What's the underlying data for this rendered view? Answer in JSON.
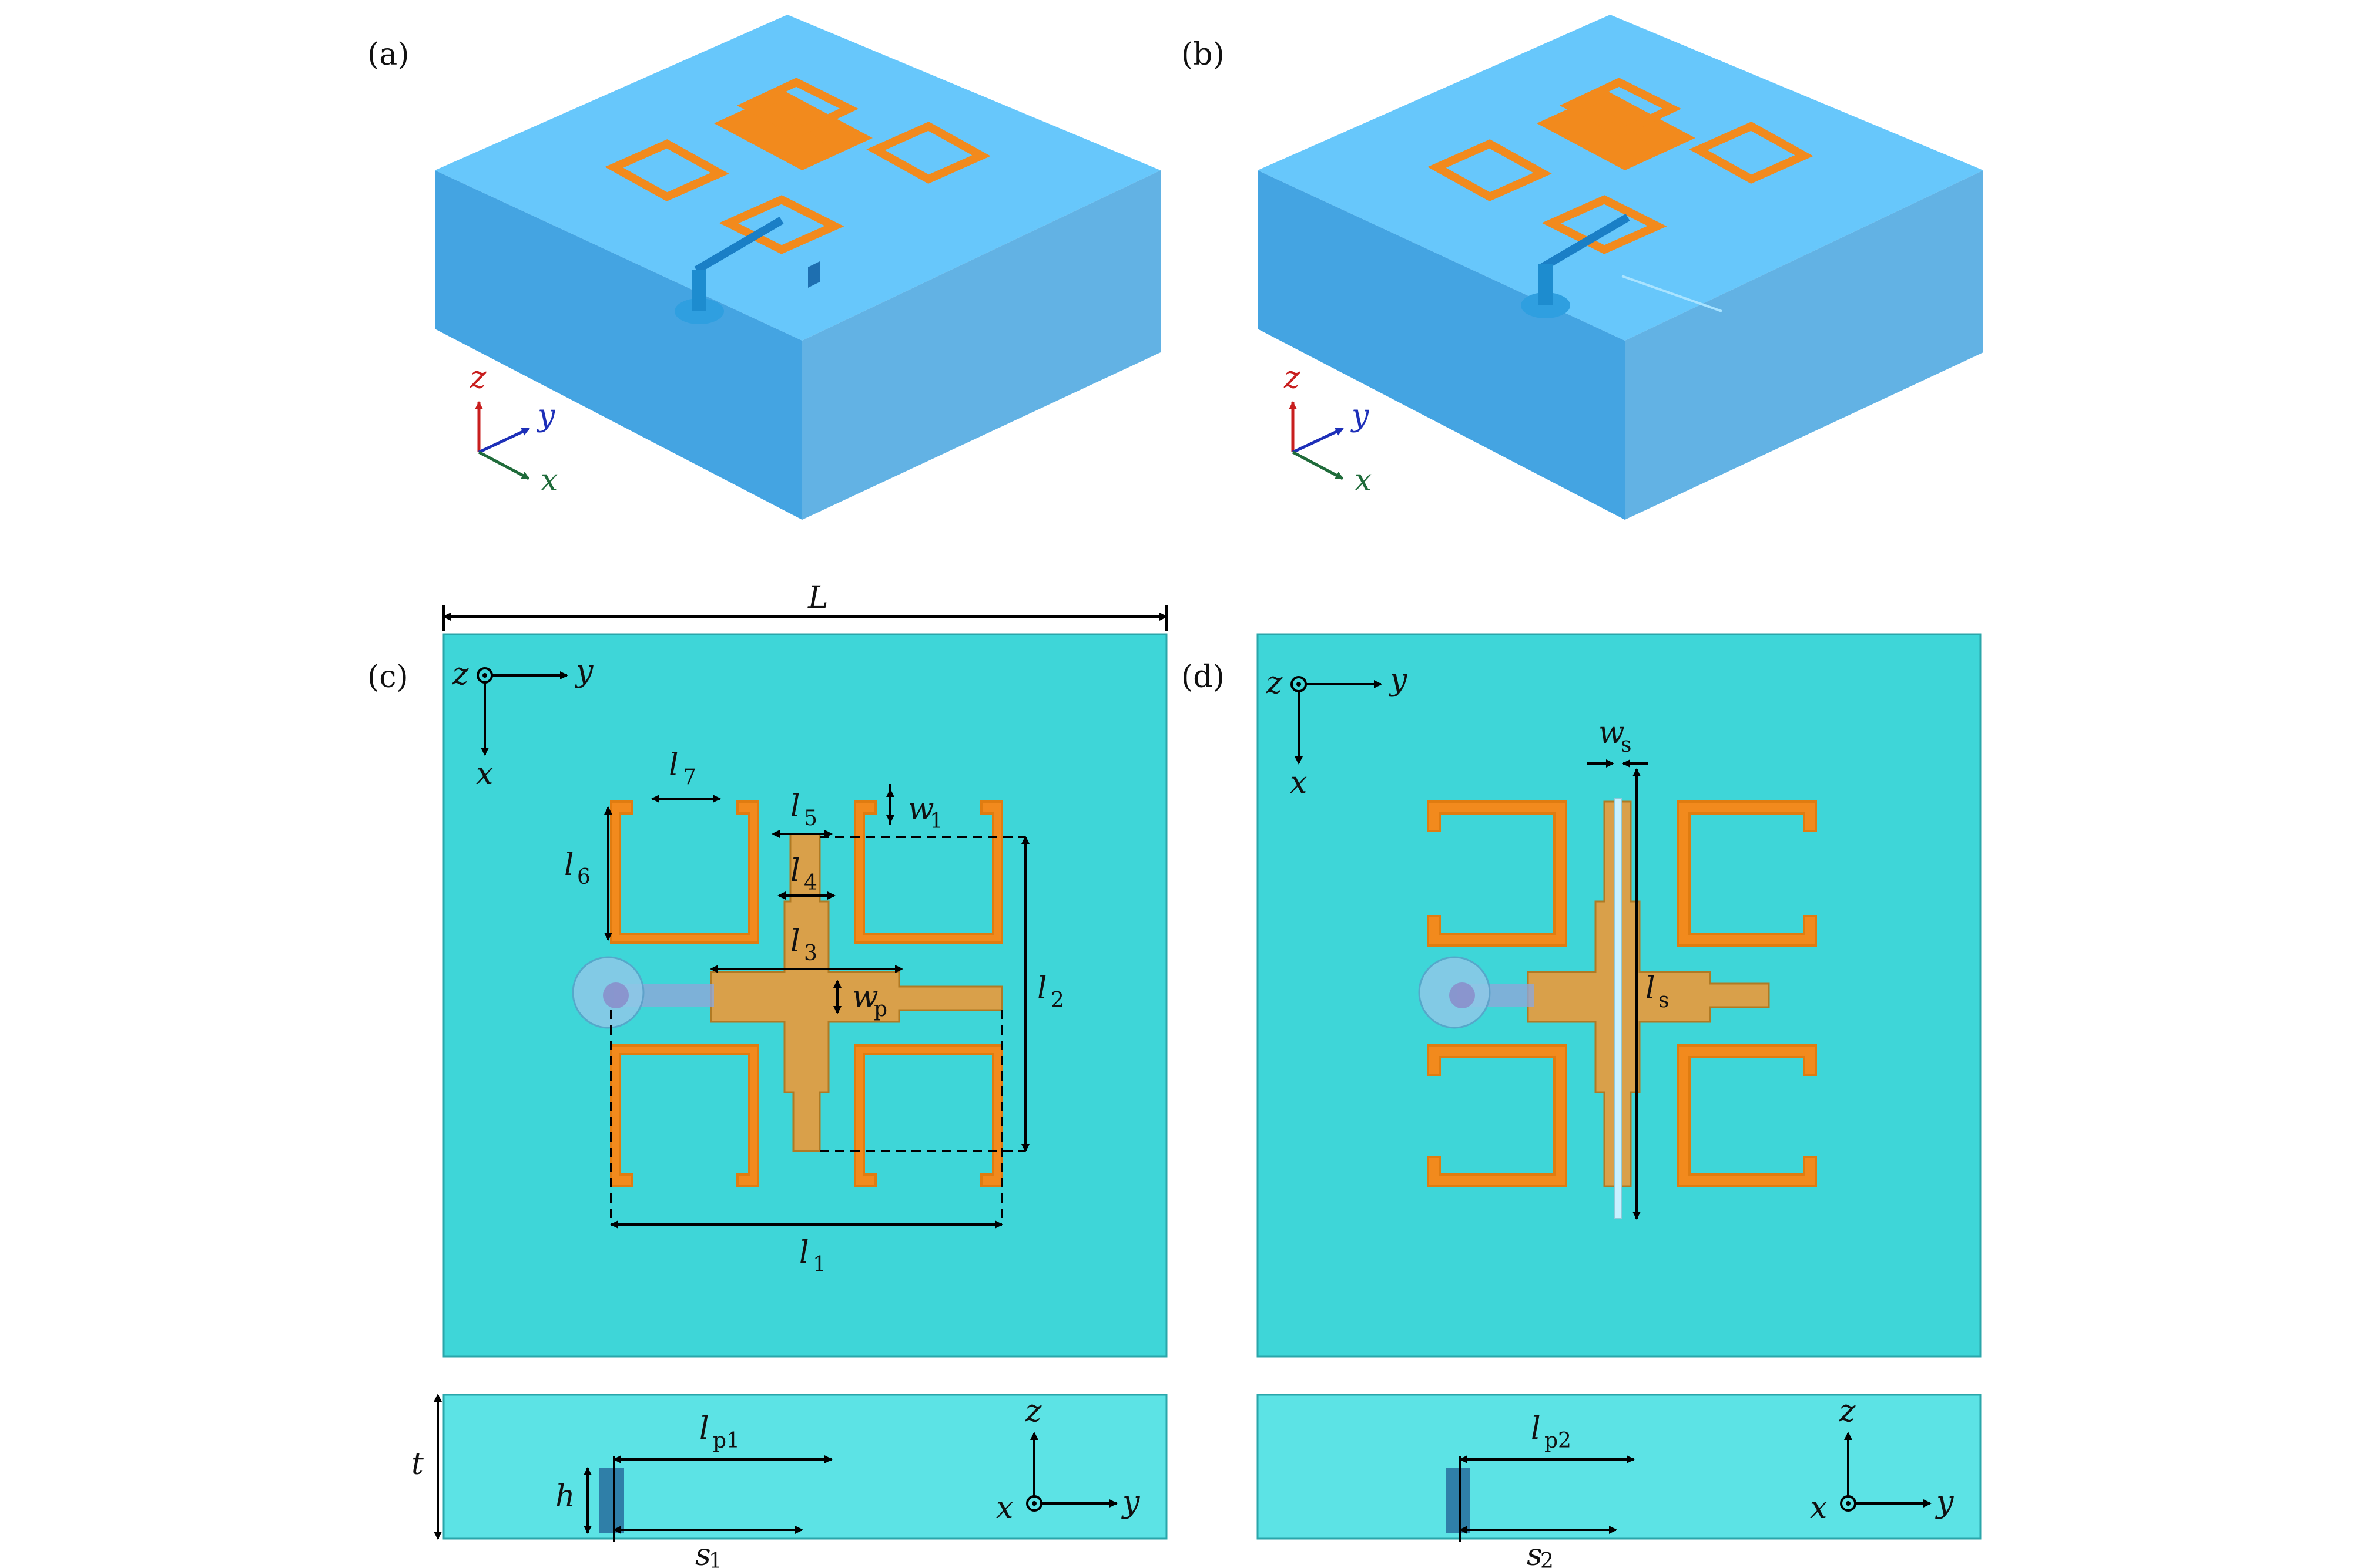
{
  "panels": {
    "a": "(a)",
    "b": "(b)",
    "c": "(c)",
    "d": "(d)"
  },
  "axes3d": {
    "z": "z",
    "y": "y",
    "x": "x"
  },
  "axes2d": {
    "z": "z",
    "y": "y",
    "x": "x"
  },
  "dims_c": {
    "L": "L",
    "l7": "7",
    "l6": "6",
    "l5": "5",
    "l4": "4",
    "l3": "3",
    "l2": "2",
    "l1": "1",
    "w1": "1",
    "wp": "p",
    "l": "l",
    "w": "w"
  },
  "dims_d": {
    "ws": "s",
    "ls": "s",
    "l": "l",
    "w": "w"
  },
  "side_c": {
    "t": "t",
    "h": "h",
    "l": "l",
    "lp": "p1",
    "s": "s",
    "s_sub": "1"
  },
  "side_d": {
    "l": "l",
    "lp": "p2",
    "s": "s",
    "s_sub": "2"
  },
  "colors": {
    "substrate3d": "#4fb3f0",
    "substrate_top": "#5fc4fb",
    "topview": "#3ed6d8",
    "sideview": "#5ce3e5",
    "copper": "#f28a1d",
    "feed": "#d9a04a"
  }
}
